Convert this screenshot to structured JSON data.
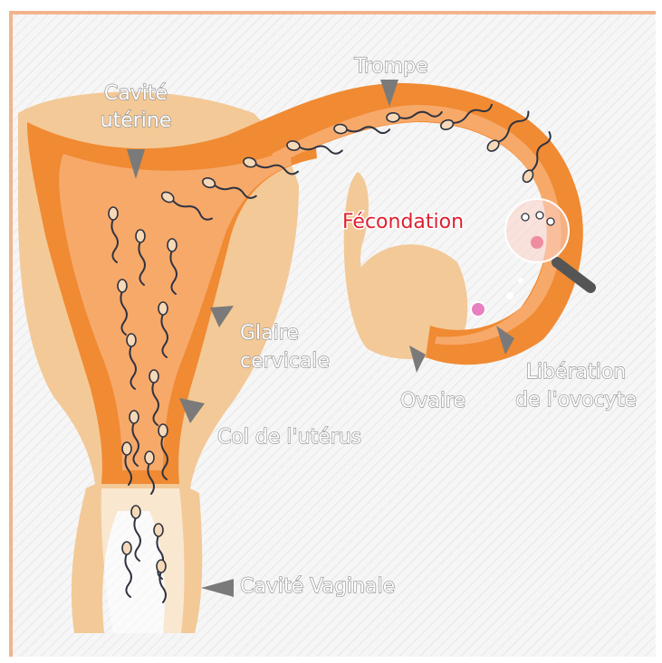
{
  "diagram": {
    "labels": {
      "trompe": "Trompe",
      "cavite_uterine_line1": "Cavité",
      "cavite_uterine_line2": "utérine",
      "fecondation": "Fécondation",
      "glaire_line1": "Glaire",
      "glaire_line2": "cervicale",
      "col": "Col de l'utérus",
      "ovaire": "Ovaire",
      "liberation_line1": "Libération",
      "liberation_line2": "de l'ovocyte",
      "cavite_vaginale": "Cavité Vaginale"
    },
    "colors": {
      "frame": "#f2b48c",
      "tissue": "#f3c998",
      "wall": "#f08a33",
      "lumen": "#f7a96a",
      "arrow": "#7a7a7a",
      "fecondation": "#e02030",
      "sperm": "#2f3340"
    }
  }
}
